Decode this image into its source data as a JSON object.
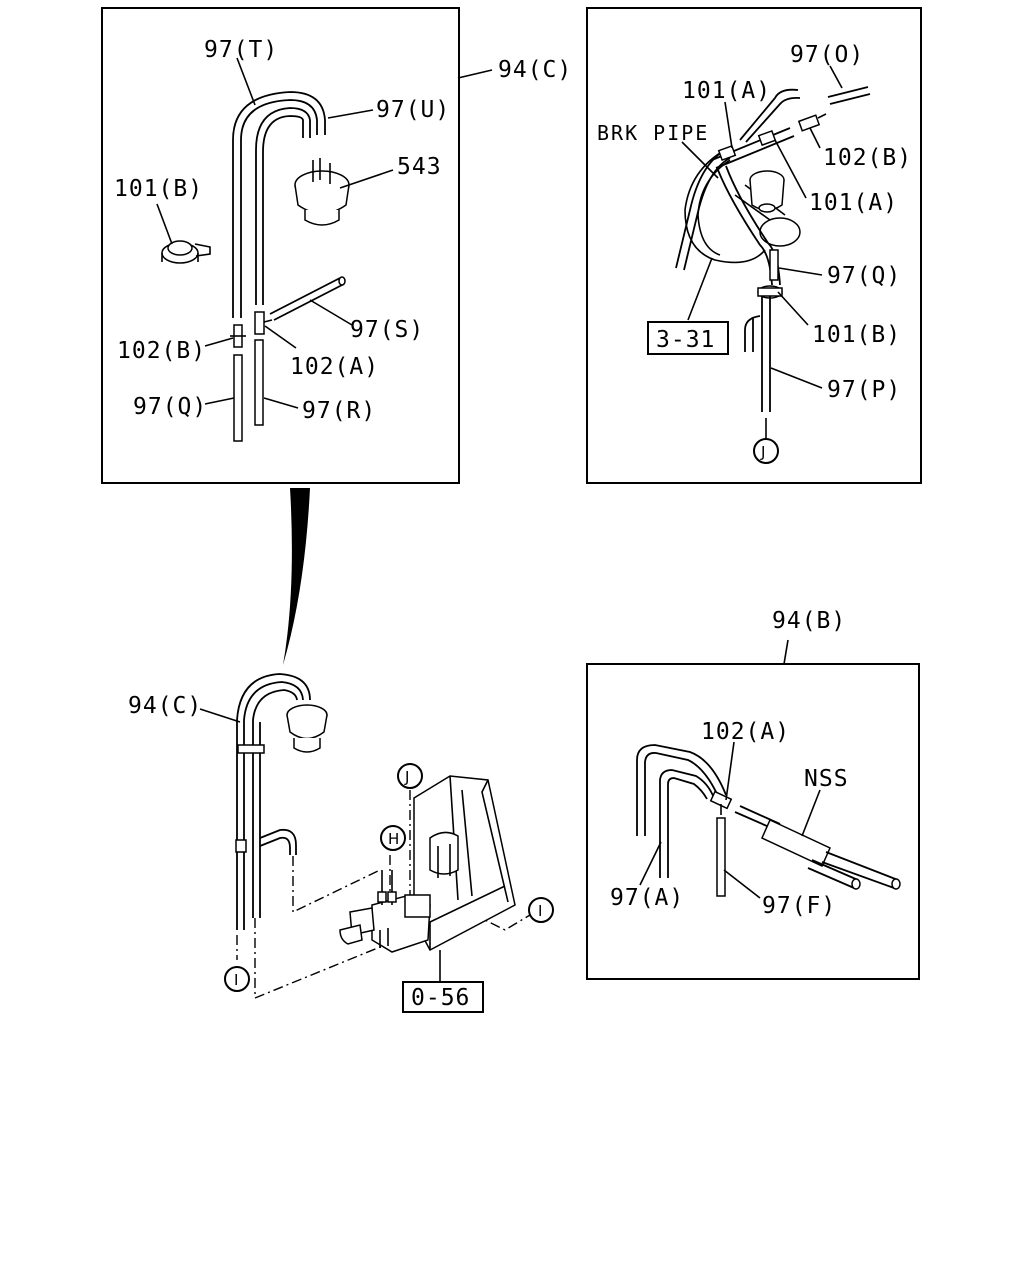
{
  "panels": {
    "top_left": {
      "labels": {
        "frame": "94(C)",
        "hose_t": "97(T)",
        "hose_u": "97(U)",
        "valve": "543",
        "clip_b": "101(B)",
        "hose_s": "97(S)",
        "joint_b": "102(B)",
        "joint_a": "102(A)",
        "hose_q": "97(Q)",
        "hose_r": "97(R)"
      }
    },
    "top_right": {
      "labels": {
        "hose_o": "97(O)",
        "clip_a_top": "101(A)",
        "brk_pipe": "BRK PIPE",
        "joint_b": "102(B)",
        "clip_a_right": "101(A)",
        "hose_q": "97(Q)",
        "ref_box": "3-31",
        "clip_b": "101(B)",
        "hose_p": "97(P)",
        "marker_j": "J"
      }
    },
    "bottom_left": {
      "labels": {
        "frame": "94(C)",
        "marker_j": "J",
        "marker_h": "H",
        "marker_i_right": "I",
        "marker_i_left": "I",
        "ref_box": "0-56"
      }
    },
    "bottom_right": {
      "labels": {
        "frame": "94(B)",
        "joint_a": "102(A)",
        "nss": "NSS",
        "hose_a": "97(A)",
        "hose_f": "97(F)"
      }
    }
  }
}
